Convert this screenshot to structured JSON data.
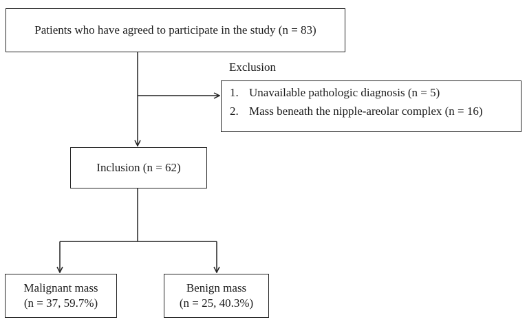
{
  "flowchart": {
    "participants": "Patients who have agreed to participate in the study (n = 83)",
    "exclusion": {
      "title": "Exclusion",
      "items": [
        {
          "num": "1.",
          "text": "Unavailable pathologic diagnosis (n = 5)"
        },
        {
          "num": "2.",
          "text": "Mass beneath the nipple-areolar complex (n = 16)"
        }
      ]
    },
    "inclusion": "Inclusion (n = 62)",
    "malignant": {
      "label": "Malignant mass",
      "stats": "(n = 37, 59.7%)"
    },
    "benign": {
      "label": "Benign mass",
      "stats": "(n = 25, 40.3%)"
    }
  }
}
